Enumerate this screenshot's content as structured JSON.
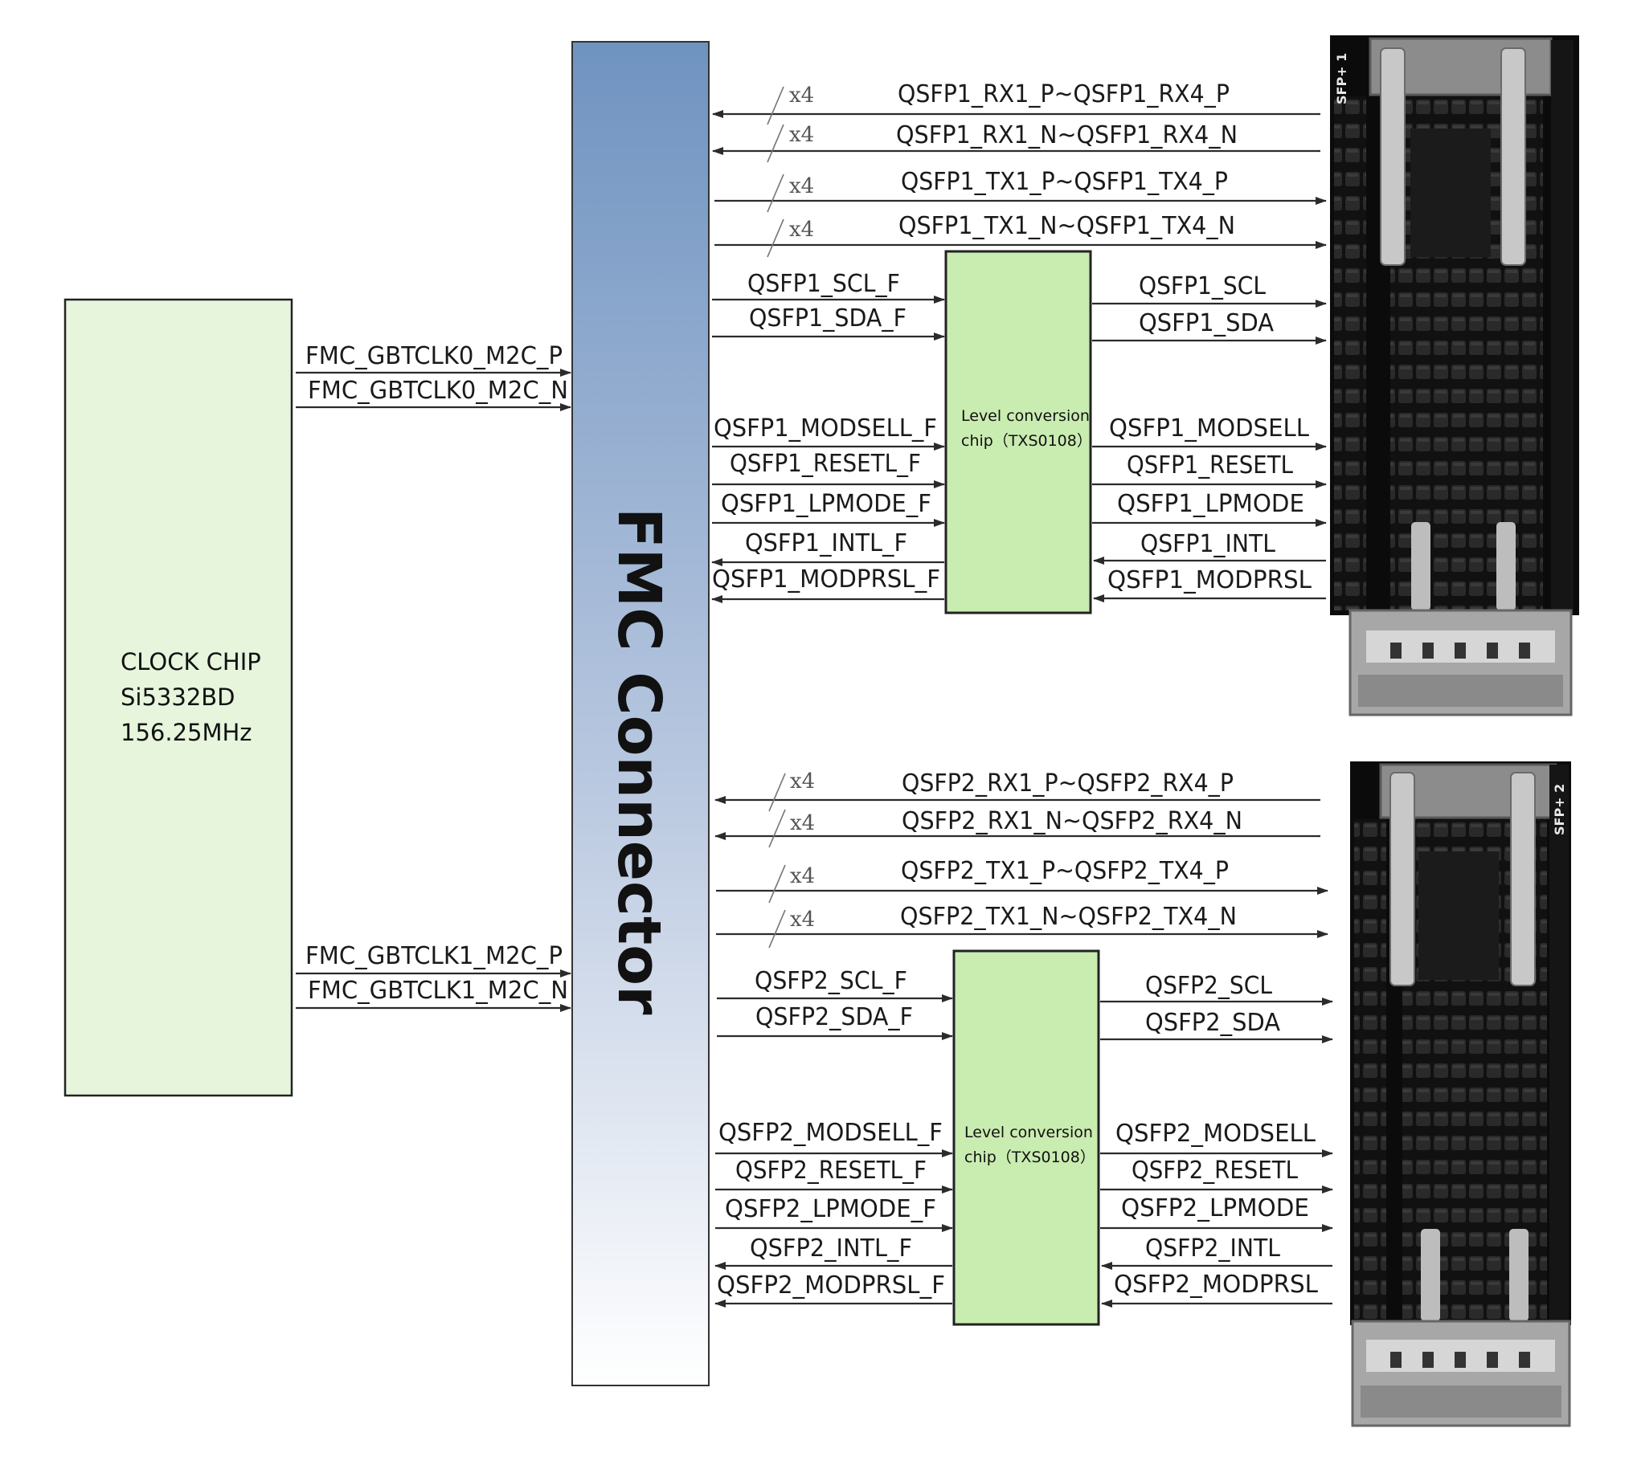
{
  "clock_chip": {
    "line1": "CLOCK CHIP",
    "line2": "Si5332BD",
    "line3": "156.25MHz"
  },
  "fmc_connector": {
    "label": "FMC Connector"
  },
  "clock_signals": {
    "gbtclk0_p": "FMC_GBTCLK0_M2C_P",
    "gbtclk0_n": "FMC_GBTCLK0_M2C_N",
    "gbtclk1_p": "FMC_GBTCLK1_M2C_P",
    "gbtclk1_n": "FMC_GBTCLK1_M2C_N"
  },
  "bus_width_label": "x4",
  "qsfp1": {
    "port_label": "SFP+ 1",
    "rx_p": "QSFP1_RX1_P~QSFP1_RX4_P",
    "rx_n": "QSFP1_RX1_N~QSFP1_RX4_N",
    "tx_p": "QSFP1_TX1_P~QSFP1_TX4_P",
    "tx_n": "QSFP1_TX1_N~QSFP1_TX4_N",
    "chip_line1": "Level conversion",
    "chip_line2": "chip（TXS0108）",
    "left": {
      "scl": "QSFP1_SCL_F",
      "sda": "QSFP1_SDA_F",
      "modsell": "QSFP1_MODSELL_F",
      "resetl": "QSFP1_RESETL_F",
      "lpmode": "QSFP1_LPMODE_F",
      "intl": "QSFP1_INTL_F",
      "modprsl": "QSFP1_MODPRSL_F"
    },
    "right": {
      "scl": "QSFP1_SCL",
      "sda": "QSFP1_SDA",
      "modsell": "QSFP1_MODSELL",
      "resetl": "QSFP1_RESETL",
      "lpmode": "QSFP1_LPMODE",
      "intl": "QSFP1_INTL",
      "modprsl": "QSFP1_MODPRSL"
    }
  },
  "qsfp2": {
    "port_label": "SFP+ 2",
    "rx_p": "QSFP2_RX1_P~QSFP2_RX4_P",
    "rx_n": "QSFP2_RX1_N~QSFP2_RX4_N",
    "tx_p": "QSFP2_TX1_P~QSFP2_TX4_P",
    "tx_n": "QSFP2_TX1_N~QSFP2_TX4_N",
    "chip_line1": "Level conversion",
    "chip_line2": "chip（TXS0108）",
    "left": {
      "scl": "QSFP2_SCL_F",
      "sda": "QSFP2_SDA_F",
      "modsell": "QSFP2_MODSELL_F",
      "resetl": "QSFP2_RESETL_F",
      "lpmode": "QSFP2_LPMODE_F",
      "intl": "QSFP2_INTL_F",
      "modprsl": "QSFP2_MODPRSL_F"
    },
    "right": {
      "scl": "QSFP2_SCL",
      "sda": "QSFP2_SDA",
      "modsell": "QSFP2_MODSELL",
      "resetl": "QSFP2_RESETL",
      "lpmode": "QSFP2_LPMODE",
      "intl": "QSFP2_INTL",
      "modprsl": "QSFP2_MODPRSL"
    }
  }
}
